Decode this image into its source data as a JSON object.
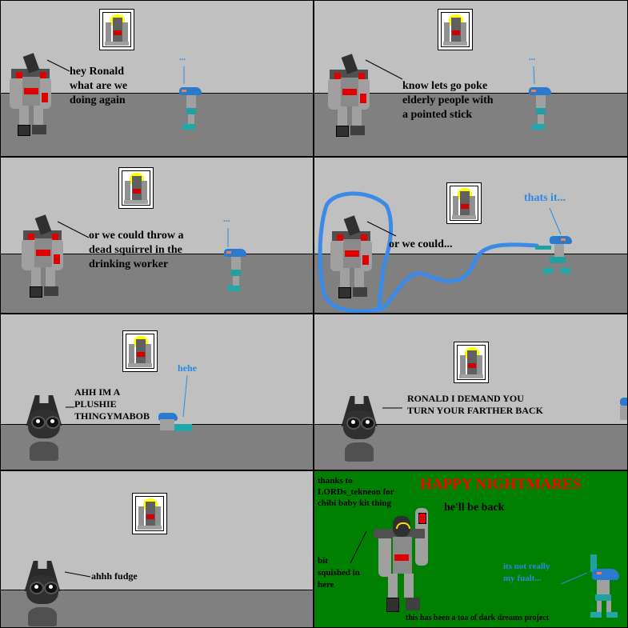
{
  "comic": {
    "panels": [
      {
        "id": 1,
        "dialogue": [
          {
            "speaker": "dark-robot",
            "text": "hey Ronald\nwhat are we\ndoing again"
          },
          {
            "speaker": "toa",
            "text": "..."
          }
        ]
      },
      {
        "id": 2,
        "dialogue": [
          {
            "speaker": "dark-robot",
            "text": "know lets go poke\nelderly people with\na pointed stick"
          },
          {
            "speaker": "toa",
            "text": "..."
          }
        ]
      },
      {
        "id": 3,
        "dialogue": [
          {
            "speaker": "dark-robot",
            "text": "or we could throw a\ndead squirrel in the\ndrinking worker"
          },
          {
            "speaker": "toa",
            "text": "..."
          }
        ]
      },
      {
        "id": 4,
        "dialogue": [
          {
            "speaker": "dark-robot",
            "text": "or we could..."
          },
          {
            "speaker": "toa",
            "text": "thats it..."
          }
        ]
      },
      {
        "id": 5,
        "dialogue": [
          {
            "speaker": "plushie",
            "text": "AHH IM A\nPLUSHIE\nTHINGYMABOB"
          },
          {
            "speaker": "toa",
            "text": "hehe"
          }
        ]
      },
      {
        "id": 6,
        "dialogue": [
          {
            "speaker": "plushie",
            "text": "RONALD I DEMAND YOU\nTURN YOUR FARTHER BACK"
          }
        ]
      },
      {
        "id": 7,
        "dialogue": [
          {
            "speaker": "plushie",
            "text": "ahhh fudge"
          }
        ]
      },
      {
        "id": 8,
        "title": "HAPPY NIGHTMARES",
        "credits": "thanks to\nLORDs_tekneon for\nchibi baby kit thing",
        "note": "bit\nsquished in\nhere",
        "dialogue": [
          {
            "speaker": "dark-robot",
            "text": "he'll be back"
          },
          {
            "speaker": "toa",
            "text": "its not really\nmy fualt..."
          }
        ],
        "footer": "this has been a toa of dark dreams project"
      }
    ],
    "colors": {
      "wall": "#c0c0c0",
      "floor": "#808080",
      "final_bg": "#008000",
      "toa_speech": "#2a8ae0",
      "title_red": "#ff0000",
      "halo_yellow": "#ffff00",
      "armor_red": "#e00000"
    }
  }
}
